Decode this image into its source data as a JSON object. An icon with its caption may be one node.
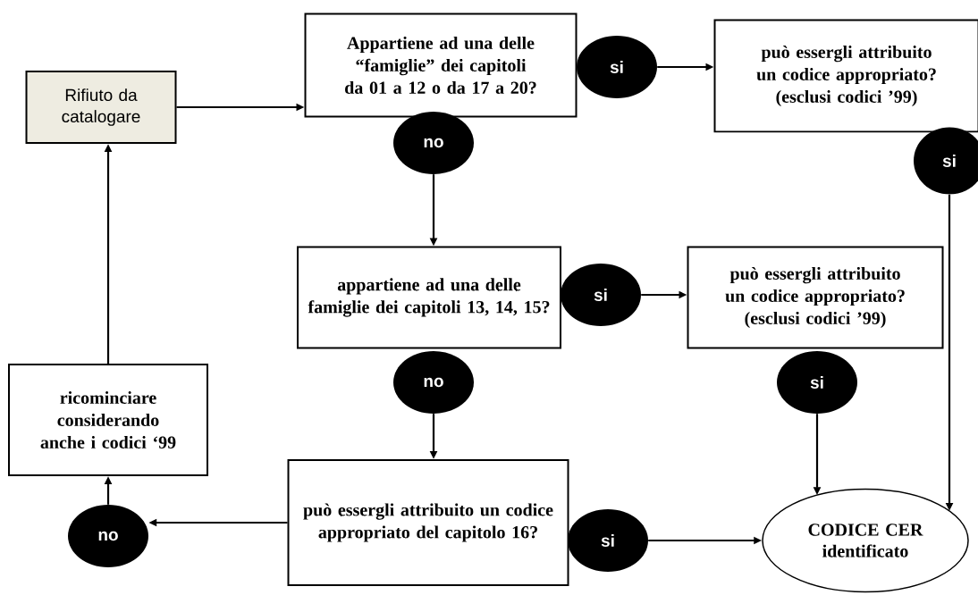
{
  "diagram": {
    "nodes": [
      {
        "text": [
          "Rifiuto da catalogare"
        ]
      },
      {
        "text": [
          "Appartiene ad una delle “famiglie” dei capitoli da 01 a 12 o da 17 a 20?"
        ]
      },
      {
        "text": [
          "si"
        ]
      },
      {
        "text": [
          "può essergli attribuito un codice appropriato? (esclusi codici ’99)"
        ]
      },
      {
        "text": [
          "no"
        ]
      },
      {
        "text": [
          "si"
        ]
      },
      {
        "text": [
          "appartiene ad una delle famiglie dei capitoli 13, 14, 15?"
        ]
      },
      {
        "text": [
          "si"
        ]
      },
      {
        "text": [
          "può essergli attribuito un codice appropriato? (esclusi codici ’99)"
        ]
      },
      {
        "text": [
          "no"
        ]
      },
      {
        "text": [
          "si"
        ]
      },
      {
        "text": [
          "ricominciare considerando anche i codici ‘99"
        ]
      },
      {
        "text": [
          "può essergli attribuito un codice appropriato del capitolo 16?"
        ]
      },
      {
        "text": [
          "si"
        ]
      },
      {
        "text": [
          "no"
        ]
      },
      {
        "text": [
          "CODICE CER identificato"
        ]
      }
    ],
    "edges": [
      {
        "from": 0,
        "to": 1,
        "arrow": "to"
      },
      {
        "from": 2,
        "to": 3,
        "arrow": "to"
      },
      {
        "from": 4,
        "to": 6,
        "arrow": "to"
      },
      {
        "from": 5,
        "to": 15,
        "arrow": "to"
      },
      {
        "from": 7,
        "to": 8,
        "arrow": "to"
      },
      {
        "from": 9,
        "to": 12,
        "arrow": "to"
      },
      {
        "from": 10,
        "to": 15,
        "arrow": "to"
      },
      {
        "from": 12,
        "to": 14,
        "arrow": "to"
      },
      {
        "from": 13,
        "to": 15,
        "arrow": "to"
      },
      {
        "from": 14,
        "to": 11,
        "arrow": "to"
      },
      {
        "from": 11,
        "to": 0,
        "arrow": "to"
      }
    ]
  }
}
